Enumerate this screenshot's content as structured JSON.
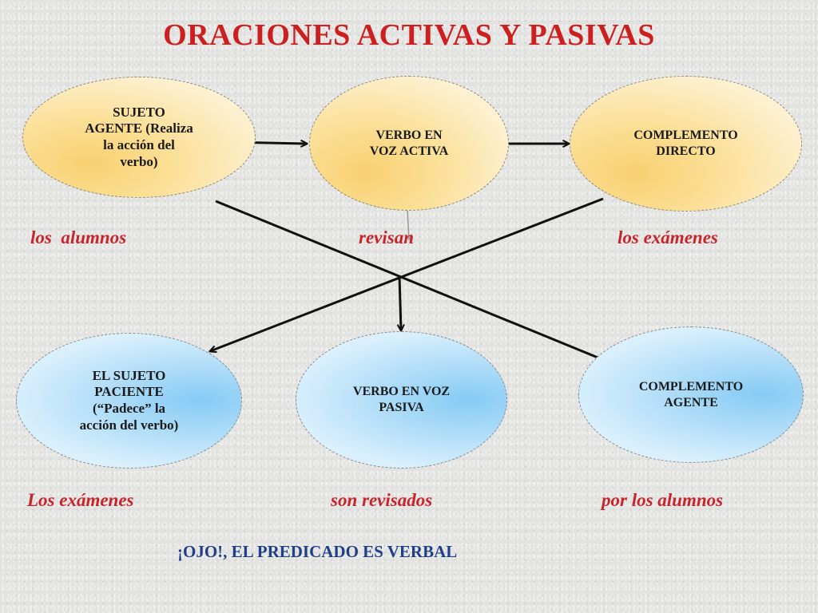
{
  "title": "ORACIONES ACTIVAS Y PASIVAS",
  "active": {
    "nodes": [
      {
        "id": "sujeto-agente",
        "label": "SUJETO\nAGENTE (Realiza\nla acción del\nverbo)"
      },
      {
        "id": "verbo-activa",
        "label": "VERBO EN\nVOZ ACTIVA"
      },
      {
        "id": "complemento-directo",
        "label": "COMPLEMENTO\nDIRECTO"
      }
    ],
    "examples": [
      "los  alumnos",
      "revisan",
      "los exámenes"
    ]
  },
  "passive": {
    "nodes": [
      {
        "id": "sujeto-paciente",
        "label": "EL SUJETO\nPACIENTE\n(“Padece” la\nacción del verbo)"
      },
      {
        "id": "verbo-pasiva",
        "label": "VERBO EN VOZ\nPASIVA"
      },
      {
        "id": "complemento-agente",
        "label": "COMPLEMENTO\nAGENTE"
      }
    ],
    "examples": [
      "Los exámenes",
      "son revisados",
      "por los alumnos"
    ]
  },
  "note": "¡OJO!, EL PREDICADO ES VERBAL",
  "colors": {
    "title": "#cc1f1f",
    "example_text": "#c8242b",
    "note_text": "#1f3f86",
    "top_nodes_fill": "#fbdf96",
    "bottom_nodes_fill": "#aedcf8",
    "arrows": "#111111"
  }
}
